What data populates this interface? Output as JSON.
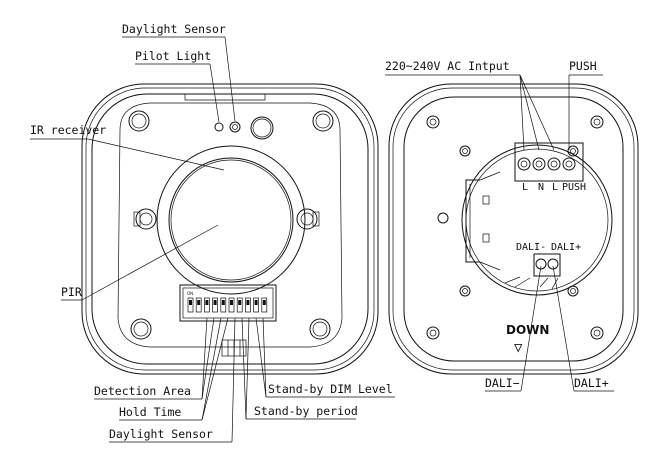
{
  "left_view": {
    "labels": {
      "daylight_sensor_top": "Daylight Sensor",
      "pilot_light": "Pilot Light",
      "ir_receiver": "IR receiver",
      "pir": "PIR",
      "detection_area": "Detection Area",
      "hold_time": "Hold Time",
      "daylight_sensor_bottom": "Daylight Sensor",
      "standby_dim_level": "Stand-by DIM Level",
      "standby_period": "Stand-by period"
    },
    "dip_switch_marking": "ON"
  },
  "right_view": {
    "labels": {
      "ac_input": "220~240V AC Intput",
      "push": "PUSH",
      "dali_minus": "DALI−",
      "dali_plus": "DALI+",
      "down": "DOWN",
      "down_arrow": "▽"
    },
    "terminals": {
      "t1": "L",
      "t2": "N",
      "t3": "L",
      "t4": "PUSH",
      "dali_minus": "DALI-",
      "dali_plus": "DALI+"
    }
  }
}
